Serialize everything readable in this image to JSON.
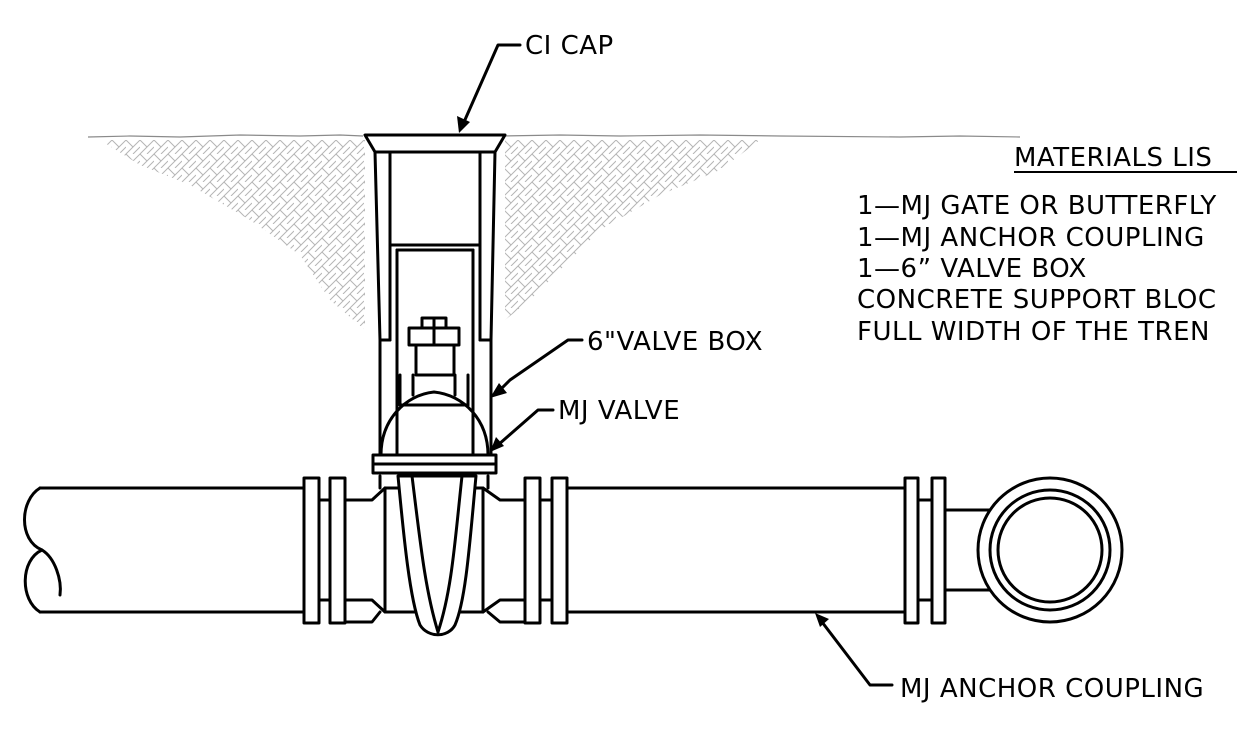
{
  "labels": {
    "ci_cap": "CI CAP",
    "valve_box": "6\"VALVE BOX",
    "mj_valve": "MJ VALVE",
    "mj_anchor_coupling": "MJ ANCHOR COUPLING"
  },
  "materials": {
    "title": "MATERIALS LIS",
    "items": [
      "1—MJ GATE OR BUTTERFLY",
      "1—MJ ANCHOR COUPLING",
      "1—6”  VALVE BOX",
      "CONCRETE SUPPORT BLOC",
      "FULL WIDTH OF THE TREN"
    ]
  },
  "colors": {
    "line": "#000000",
    "ground": "#8a8a8a",
    "hatch": "#b5b5b5",
    "background": "#ffffff"
  }
}
